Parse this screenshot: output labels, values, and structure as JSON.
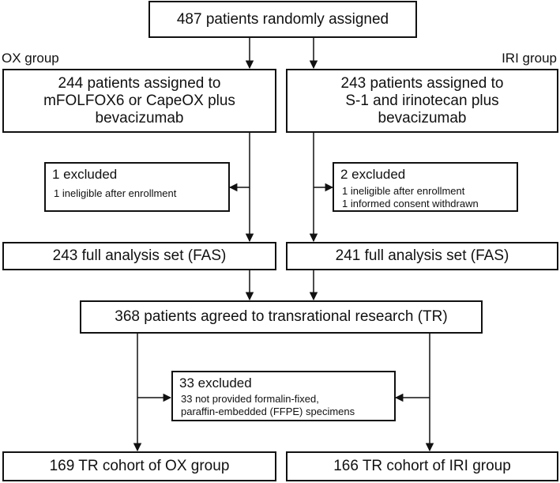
{
  "group_labels": {
    "left": "OX group",
    "right": "IRI group"
  },
  "boxes": {
    "randomized": [
      "487 patients randomly assigned"
    ],
    "ox_assigned": [
      "244 patients assigned to",
      "mFOLFOX6 or CapeOX plus",
      "bevacizumab"
    ],
    "iri_assigned": [
      "243 patients assigned to",
      "S-1 and irinotecan plus",
      "bevacizumab"
    ],
    "ox_fas": [
      "243 full analysis set (FAS)"
    ],
    "iri_fas": [
      "241 full analysis set (FAS)"
    ],
    "tr_agreed": [
      "368 patients agreed to transrational research (TR)"
    ],
    "ox_tr_cohort": [
      "169 TR cohort of OX group"
    ],
    "iri_tr_cohort": [
      "166 TR cohort of IRI group"
    ]
  },
  "exclusions": {
    "ox_excluded": {
      "title": "1 excluded",
      "details": [
        "1 ineligible after enrollment"
      ]
    },
    "iri_excluded": {
      "title": "2 excluded",
      "details": [
        "1 ineligible after enrollment",
        "1 informed consent withdrawn"
      ]
    },
    "tr_excluded": {
      "title": "33 excluded",
      "details": [
        "33 not provided formalin-fixed,",
        "paraffin-embedded (FFPE) specimens"
      ]
    }
  }
}
